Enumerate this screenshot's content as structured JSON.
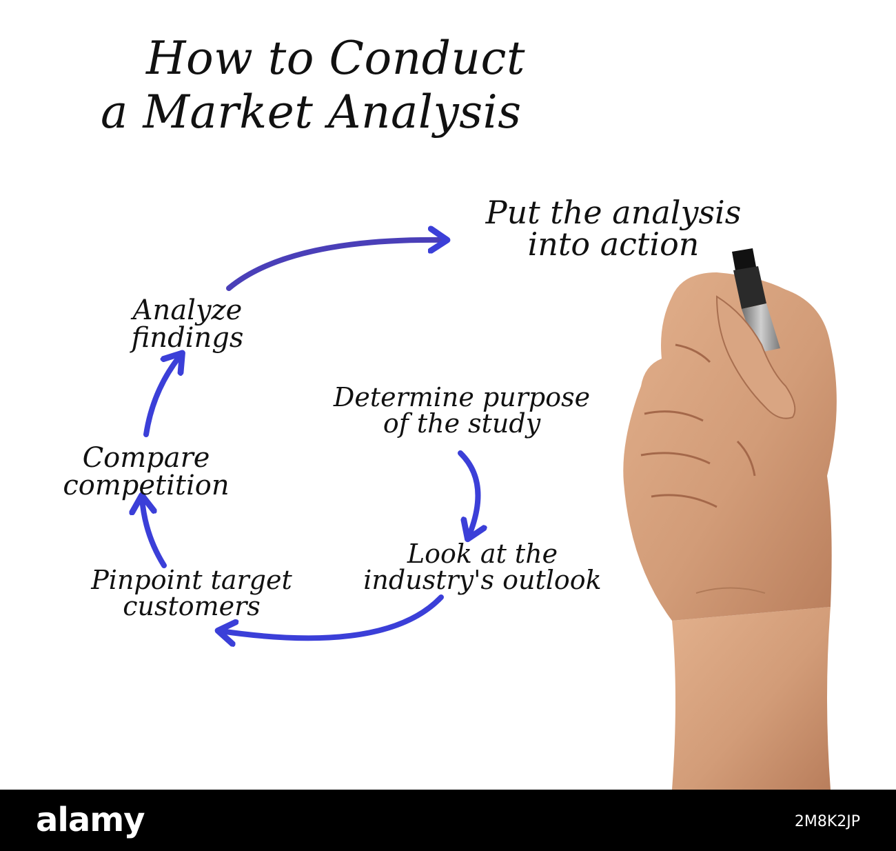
{
  "title": {
    "line1": "How to Conduct",
    "line2": "a Market Analysis"
  },
  "steps": [
    {
      "id": "put-into-action",
      "line1": "Put the analysis",
      "line2": "into action"
    },
    {
      "id": "analyze-findings",
      "line1": "Analyze",
      "line2": "findings"
    },
    {
      "id": "determine-purpose",
      "line1": "Determine purpose",
      "line2": "of the study"
    },
    {
      "id": "compare-competition",
      "line1": "Compare",
      "line2": "competition"
    },
    {
      "id": "industry-outlook",
      "line1": "Look at the",
      "line2": "industry's outlook"
    },
    {
      "id": "pinpoint-customers",
      "line1": "Pinpoint target",
      "line2": "customers"
    }
  ],
  "arrow_color": "#3b3fd8",
  "arrow_color_top": "#4a3fb8",
  "watermark": {
    "brand": "alamy",
    "image_id": "2M8K2JP"
  }
}
